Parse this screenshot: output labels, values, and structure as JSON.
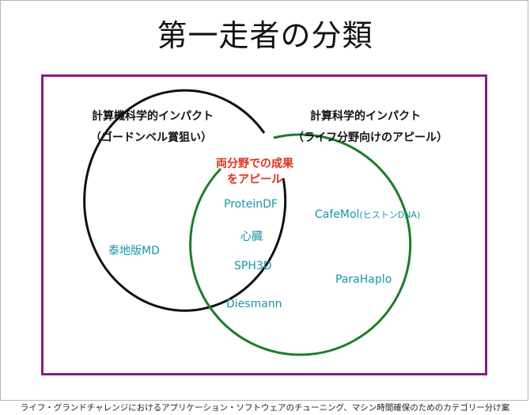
{
  "title": "第一走者の分類",
  "left_set": {
    "heading": "計算機科学的インパクト",
    "subheading": "（ゴードンベル賞狙い）",
    "items": [
      "泰地版MD"
    ]
  },
  "right_set": {
    "heading": "計算科学的インパクト",
    "subheading": "（ライフ分野向けのアピール）",
    "items": [
      "CafeMol",
      "(ヒストンDNA)",
      "ParaHaplo"
    ]
  },
  "intersection": {
    "label_line1": "両分野での成果",
    "label_line2": "をアピール",
    "items": [
      "ProteinDF",
      "心臓",
      "SPH3D",
      "Diesmann"
    ]
  },
  "caption": "ライフ・グランドチャレンジにおけるアプリケーション・ソフトウェアのチューニング、マシン時間確保のためのカテゴリー分け案",
  "colors": {
    "frame": "#8b1a8b",
    "left_circle": "#111111",
    "right_circle": "#1e7d2a",
    "highlight": "#e0301e",
    "item_text": "#1797a6"
  }
}
